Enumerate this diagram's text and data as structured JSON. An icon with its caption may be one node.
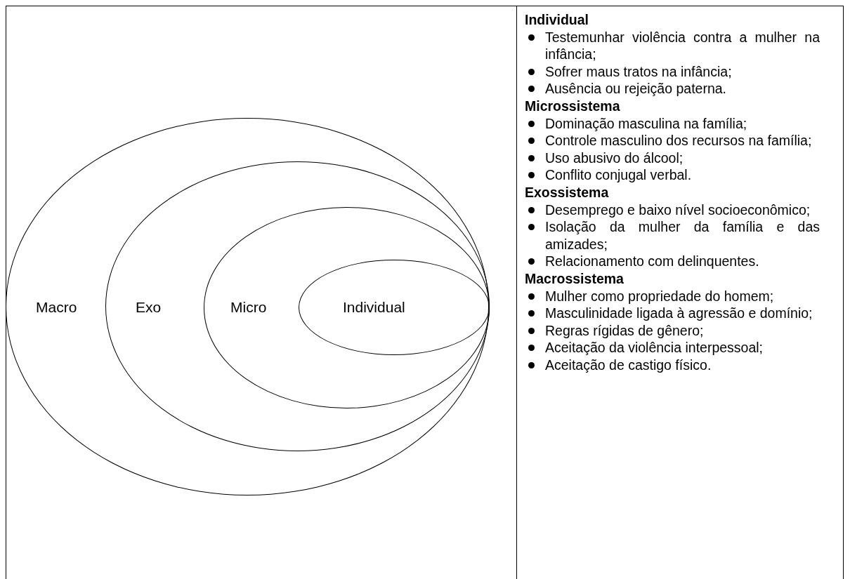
{
  "diagram": {
    "nodes": [
      {
        "text": [
          "Macro"
        ]
      },
      {
        "text": [
          "Exo"
        ],
        "in": 0
      },
      {
        "text": [
          "Micro"
        ],
        "in": 1
      },
      {
        "text": [
          "Individual"
        ],
        "in": 2
      }
    ],
    "edges": [],
    "labels": [
      "Individual",
      "Testemunhar violência contra a mulher na infância;",
      "Sofrer maus tratos na infância;",
      "Ausência ou rejeição paterna.",
      "Microssistema",
      "Dominação masculina na família;",
      "Controle masculino dos recursos na família;",
      "Uso abusivo do álcool;",
      "Conflito conjugal verbal.",
      "Exossistema",
      "Desemprego e baixo nível socioeconômico;",
      "Isolação da mulher da família e das amizades;",
      "Relacionamento com delinquentes.",
      "Macrossistema",
      "Mulher como propriedade do homem;",
      "Masculinidade ligada à agressão e domínio;",
      "Regras rígidas de gênero;",
      "Aceitação da violência interpessoal;",
      "Aceitação de castigo físico."
    ]
  }
}
